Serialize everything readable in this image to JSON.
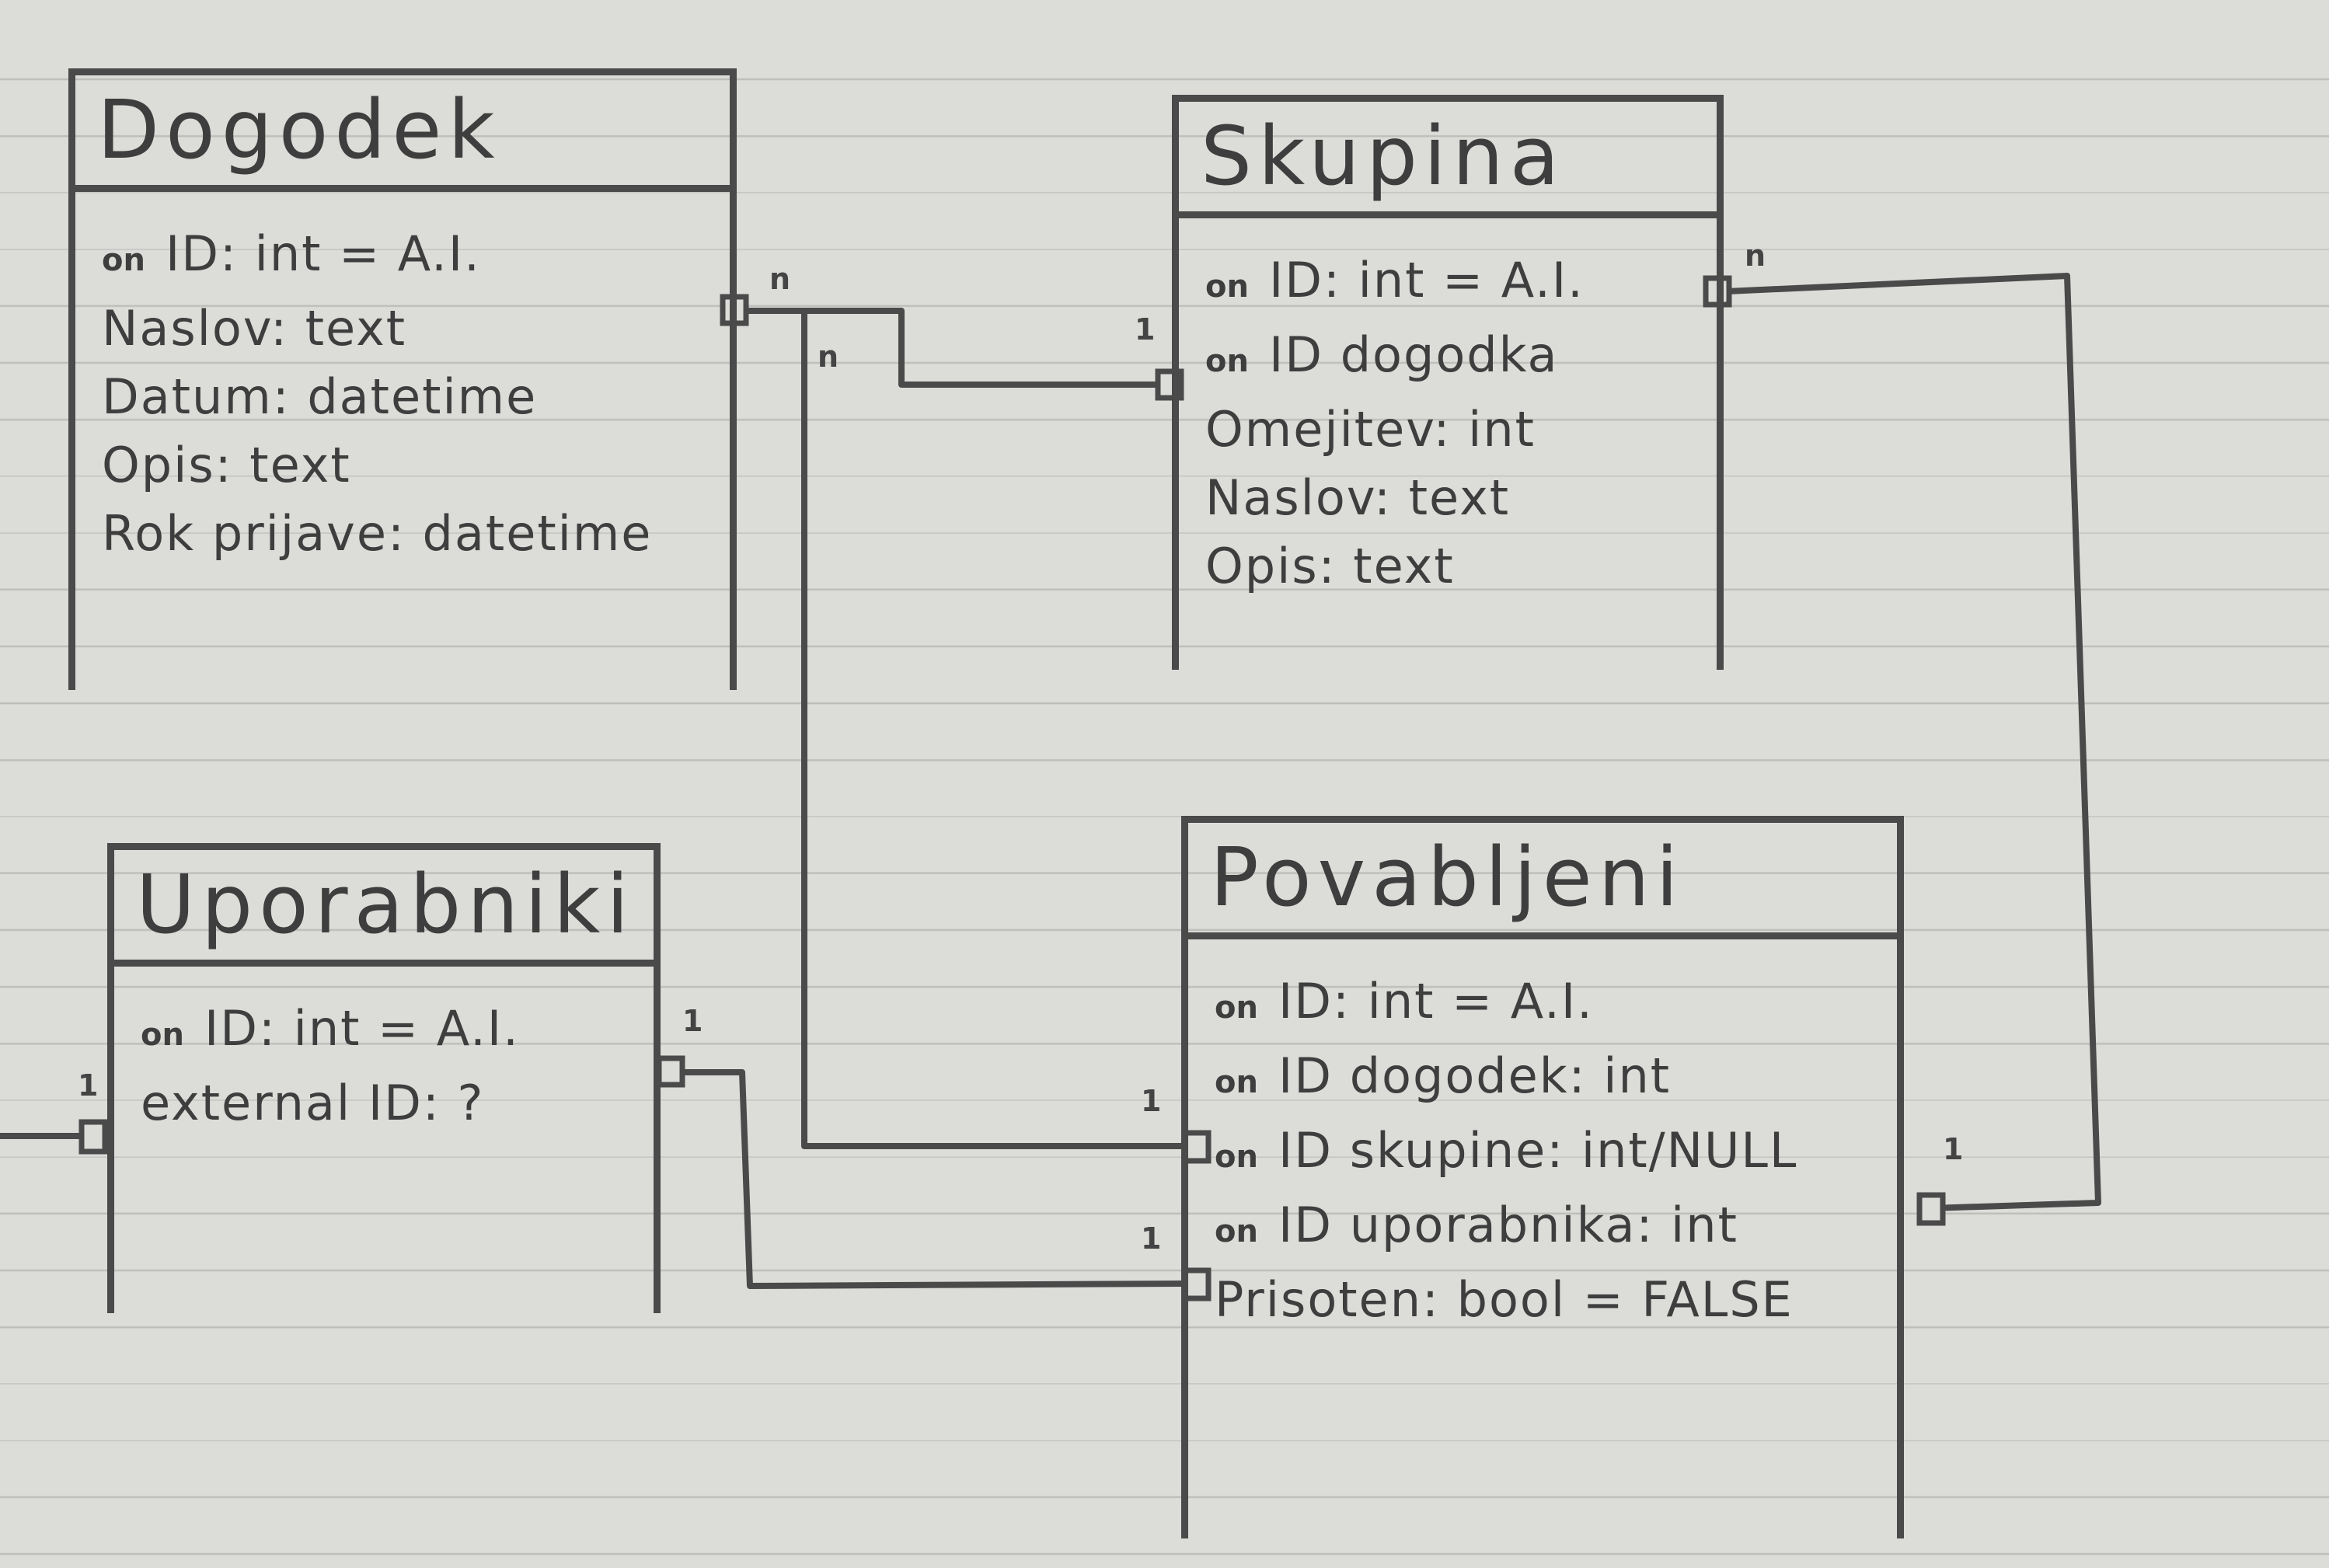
{
  "diagram": {
    "key_marker": "on",
    "entities": {
      "dogodek": {
        "title": "Dogodek",
        "attributes": [
          {
            "key": true,
            "text": "ID: int = A.I."
          },
          {
            "key": false,
            "text": "Naslov: text"
          },
          {
            "key": false,
            "text": "Datum: datetime"
          },
          {
            "key": false,
            "text": "Opis: text"
          },
          {
            "key": false,
            "text": "Rok prijave: datetime"
          }
        ]
      },
      "skupina": {
        "title": "Skupina",
        "attributes": [
          {
            "key": true,
            "text": "ID: int = A.I."
          },
          {
            "key": true,
            "text": "ID dogodka"
          },
          {
            "key": false,
            "text": "Omejitev: int"
          },
          {
            "key": false,
            "text": "Naslov: text"
          },
          {
            "key": false,
            "text": "Opis: text"
          }
        ]
      },
      "uporabniki": {
        "title": "Uporabniki",
        "attributes": [
          {
            "key": true,
            "text": "ID: int = A.I."
          },
          {
            "key": false,
            "text": "external ID: ?"
          }
        ]
      },
      "povabljeni": {
        "title": "Povabljeni",
        "attributes": [
          {
            "key": true,
            "text": "ID: int = A.I."
          },
          {
            "key": true,
            "text": "ID dogodek: int"
          },
          {
            "key": true,
            "text": "ID skupine: int/NULL"
          },
          {
            "key": true,
            "text": "ID uporabnika: int"
          },
          {
            "key": false,
            "text": "Prisoten: bool = FALSE"
          }
        ]
      }
    },
    "cardinalities": {
      "dogodek_to_skupina_n": "n",
      "dogodek_to_povabljeni_n": "n",
      "skupina_from_dogodek_1": "1",
      "skupina_to_povabljeni_n": "n",
      "uporabniki_to_povabljeni_1": "1",
      "uporabniki_external_1": "1",
      "povabljeni_from_dogodek_1": "1",
      "povabljeni_from_uporabniki_1": "1",
      "povabljeni_from_skupina_1": "1"
    },
    "ink_color": "#4a4a4a"
  }
}
